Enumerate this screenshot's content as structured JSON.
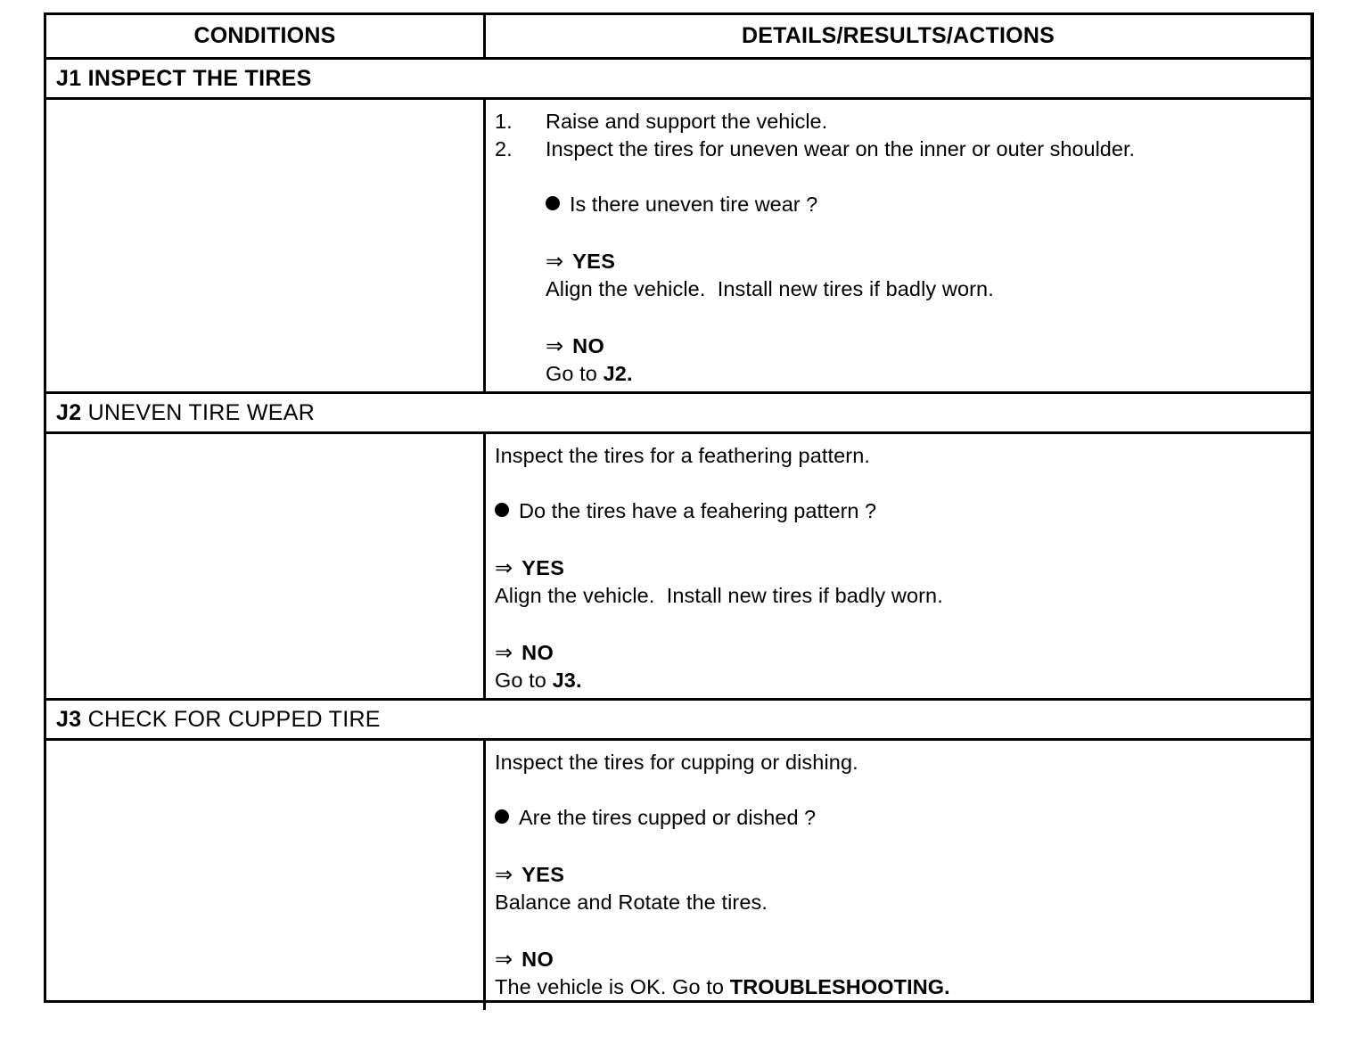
{
  "table": {
    "columns": [
      "CONDITIONS",
      "DETAILS/RESULTS/ACTIONS"
    ],
    "glyphs": {
      "bullet": "filled-circle-bullet",
      "arrow": "⇒"
    },
    "sections": [
      {
        "code": "J1",
        "title": "INSPECT THE TIRES",
        "title_bold": true,
        "steps": [
          {
            "number": "1.",
            "text": "Raise and support the vehicle."
          },
          {
            "number": "2.",
            "text": "Inspect the tires for uneven wear on the inner or outer shoulder."
          }
        ],
        "question": "Is there uneven tire wear ?",
        "branches": [
          {
            "label": "YES",
            "text": "Align the vehicle.  Install new tires if badly worn.",
            "bold_tail": ""
          },
          {
            "label": "NO",
            "text": "Go to ",
            "bold_tail": "J2."
          }
        ]
      },
      {
        "code": "J2",
        "title": "UNEVEN TIRE WEAR",
        "title_bold": false,
        "intro": "Inspect the tires for a feathering pattern.",
        "question": "Do the tires have a feahering pattern ?",
        "branches": [
          {
            "label": "YES",
            "text": "Align the vehicle.  Install new tires if badly worn.",
            "bold_tail": ""
          },
          {
            "label": "NO",
            "text": "Go to ",
            "bold_tail": "J3."
          }
        ]
      },
      {
        "code": "J3",
        "title": "CHECK FOR CUPPED TIRE",
        "title_bold": false,
        "intro": "Inspect the tires for cupping or dishing.",
        "question": "Are the tires cupped or dished ?",
        "branches": [
          {
            "label": "YES",
            "text": "Balance and Rotate the tires.",
            "bold_tail": ""
          },
          {
            "label": "NO",
            "text": "The vehicle is OK. Go to ",
            "bold_tail": "TROUBLESHOOTING."
          }
        ]
      }
    ]
  }
}
